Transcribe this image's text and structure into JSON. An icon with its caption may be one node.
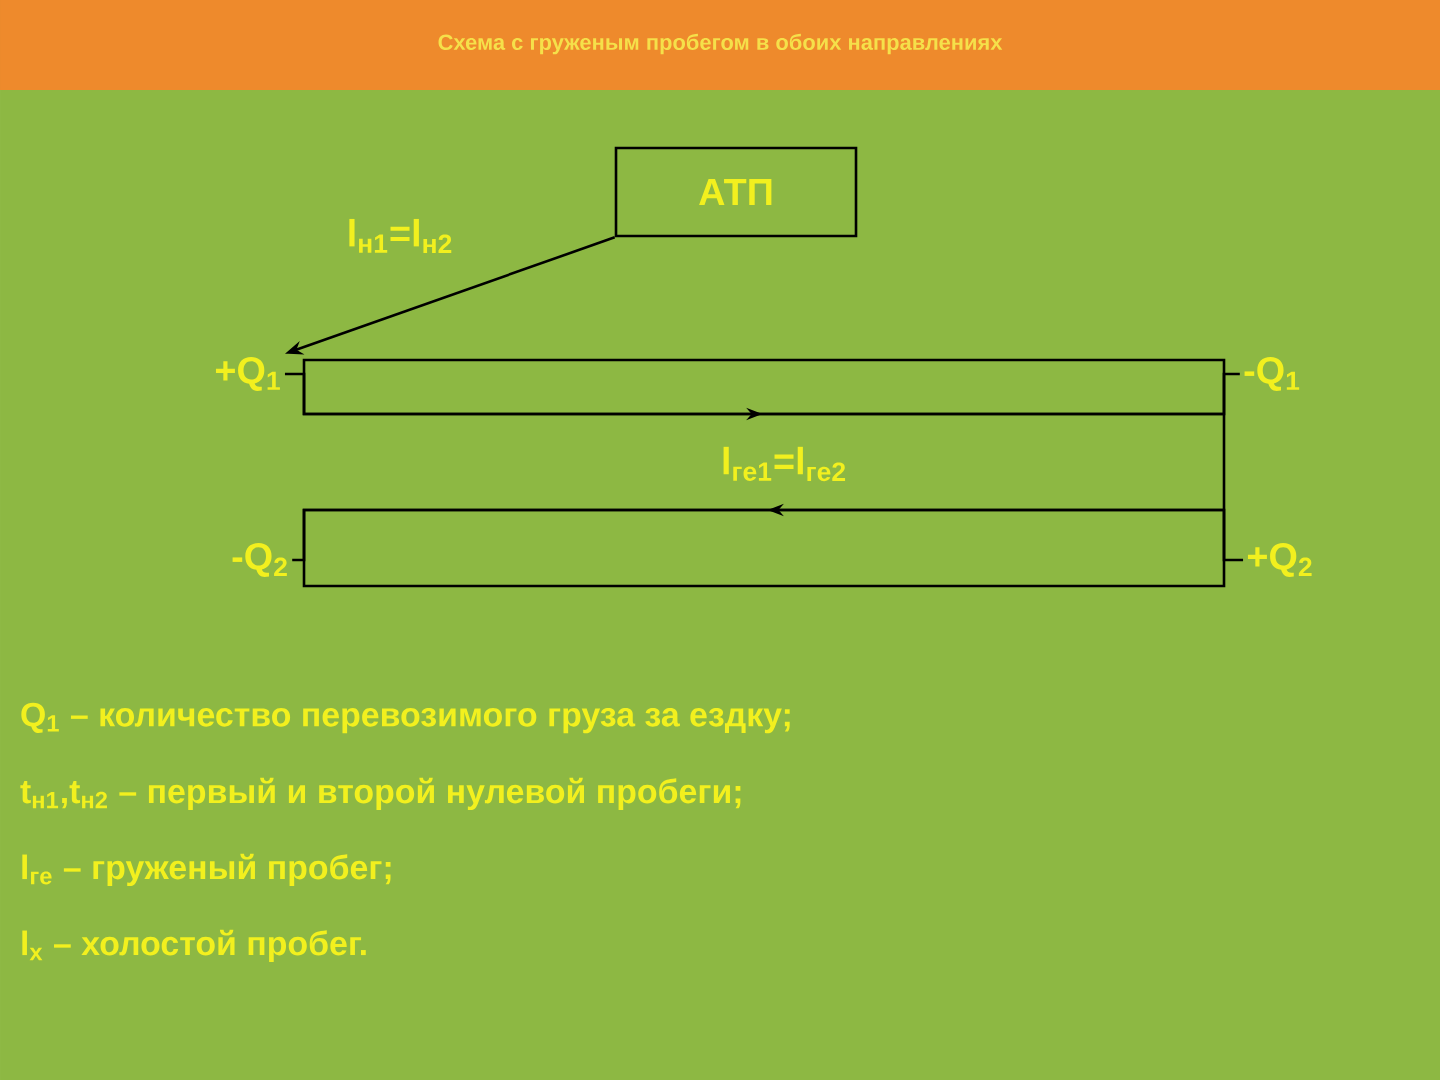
{
  "diagram": {
    "title": "Схема с груженым пробегом в обоих направлениях",
    "nodes": [
      {
        "text": [
          "АТП"
        ]
      },
      {
        "text": [
          "+Q$_{1}$"
        ]
      },
      {
        "text": [
          "-Q$_{1}$"
        ]
      },
      {
        "text": [
          "-Q$_{2}$"
        ]
      },
      {
        "text": [
          "+Q$_{2}$"
        ]
      }
    ],
    "edges": [
      {
        "from": 0,
        "to": 1,
        "arrow": "to",
        "label": "l$_{н1}$=l$_{н2}$"
      },
      {
        "from": 1,
        "to": 2,
        "arrow": "to",
        "label": "l$_{ге1}$=l$_{ге2}$"
      },
      {
        "from": 4,
        "to": 3,
        "arrow": "to"
      }
    ],
    "labels": [
      "Q$_{1}$ – количество перевозимого груза за ездку;",
      "t$_{н1}$,t$_{н2}$ – первый и второй нулевой пробеги;",
      "l$_{ге}$ – груженый пробег;",
      "l$_{x}$ – холостой пробег."
    ]
  }
}
